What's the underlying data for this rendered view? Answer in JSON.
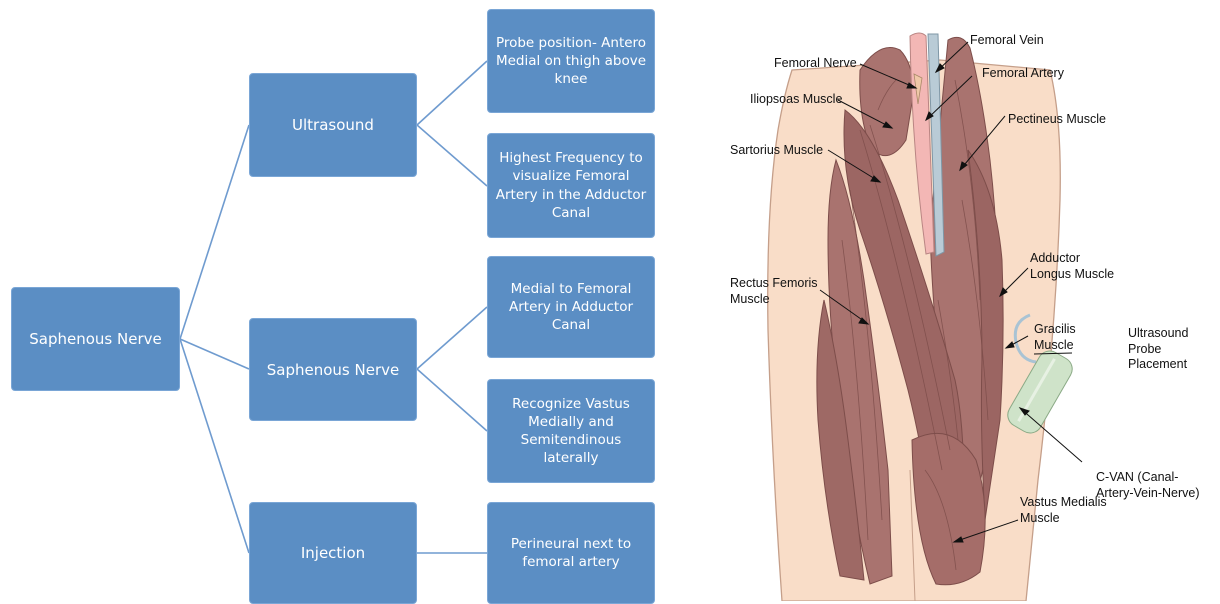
{
  "flowchart": {
    "root": "Saphenous Nerve",
    "branches": [
      {
        "label": "Ultrasound",
        "children": [
          "Probe position- Antero Medial on thigh above knee",
          "Highest Frequency to visualize Femoral Artery in the Adductor Canal"
        ]
      },
      {
        "label": "Saphenous Nerve",
        "children": [
          "Medial to Femoral Artery in Adductor Canal",
          "Recognize  Vastus Medially and Semitendinous laterally"
        ]
      },
      {
        "label": "Injection",
        "children": [
          "Perineural next to femoral artery"
        ]
      }
    ]
  },
  "anatomy": {
    "labels": {
      "femoral_vein": "Femoral Vein",
      "femoral_nerve": "Femoral Nerve",
      "femoral_artery": "Femoral Artery",
      "iliopsoas": "Iliopsoas Muscle",
      "pectineus": "Pectineus Muscle",
      "sartorius": "Sartorius Muscle",
      "adductor_longus": "Adductor\nLongus Muscle",
      "rectus_femoris": "Rectus Femoris\nMuscle",
      "gracilis": "Gracilis\nMuscle",
      "probe": "Ultrasound\nProbe\nPlacement",
      "cvan": "C-VAN (Canal-\nArtery-Vein-Nerve)",
      "vastus_medialis": "Vastus Medialis\nMuscle"
    }
  },
  "colors": {
    "box_fill": "#5b8ec4",
    "box_text": "#ffffff",
    "connector": "#6f9bcf",
    "skin": "#f9ddc8",
    "muscle": "#a9736f",
    "vein": "#b9cbd6",
    "artery": "#f3b7b5"
  }
}
